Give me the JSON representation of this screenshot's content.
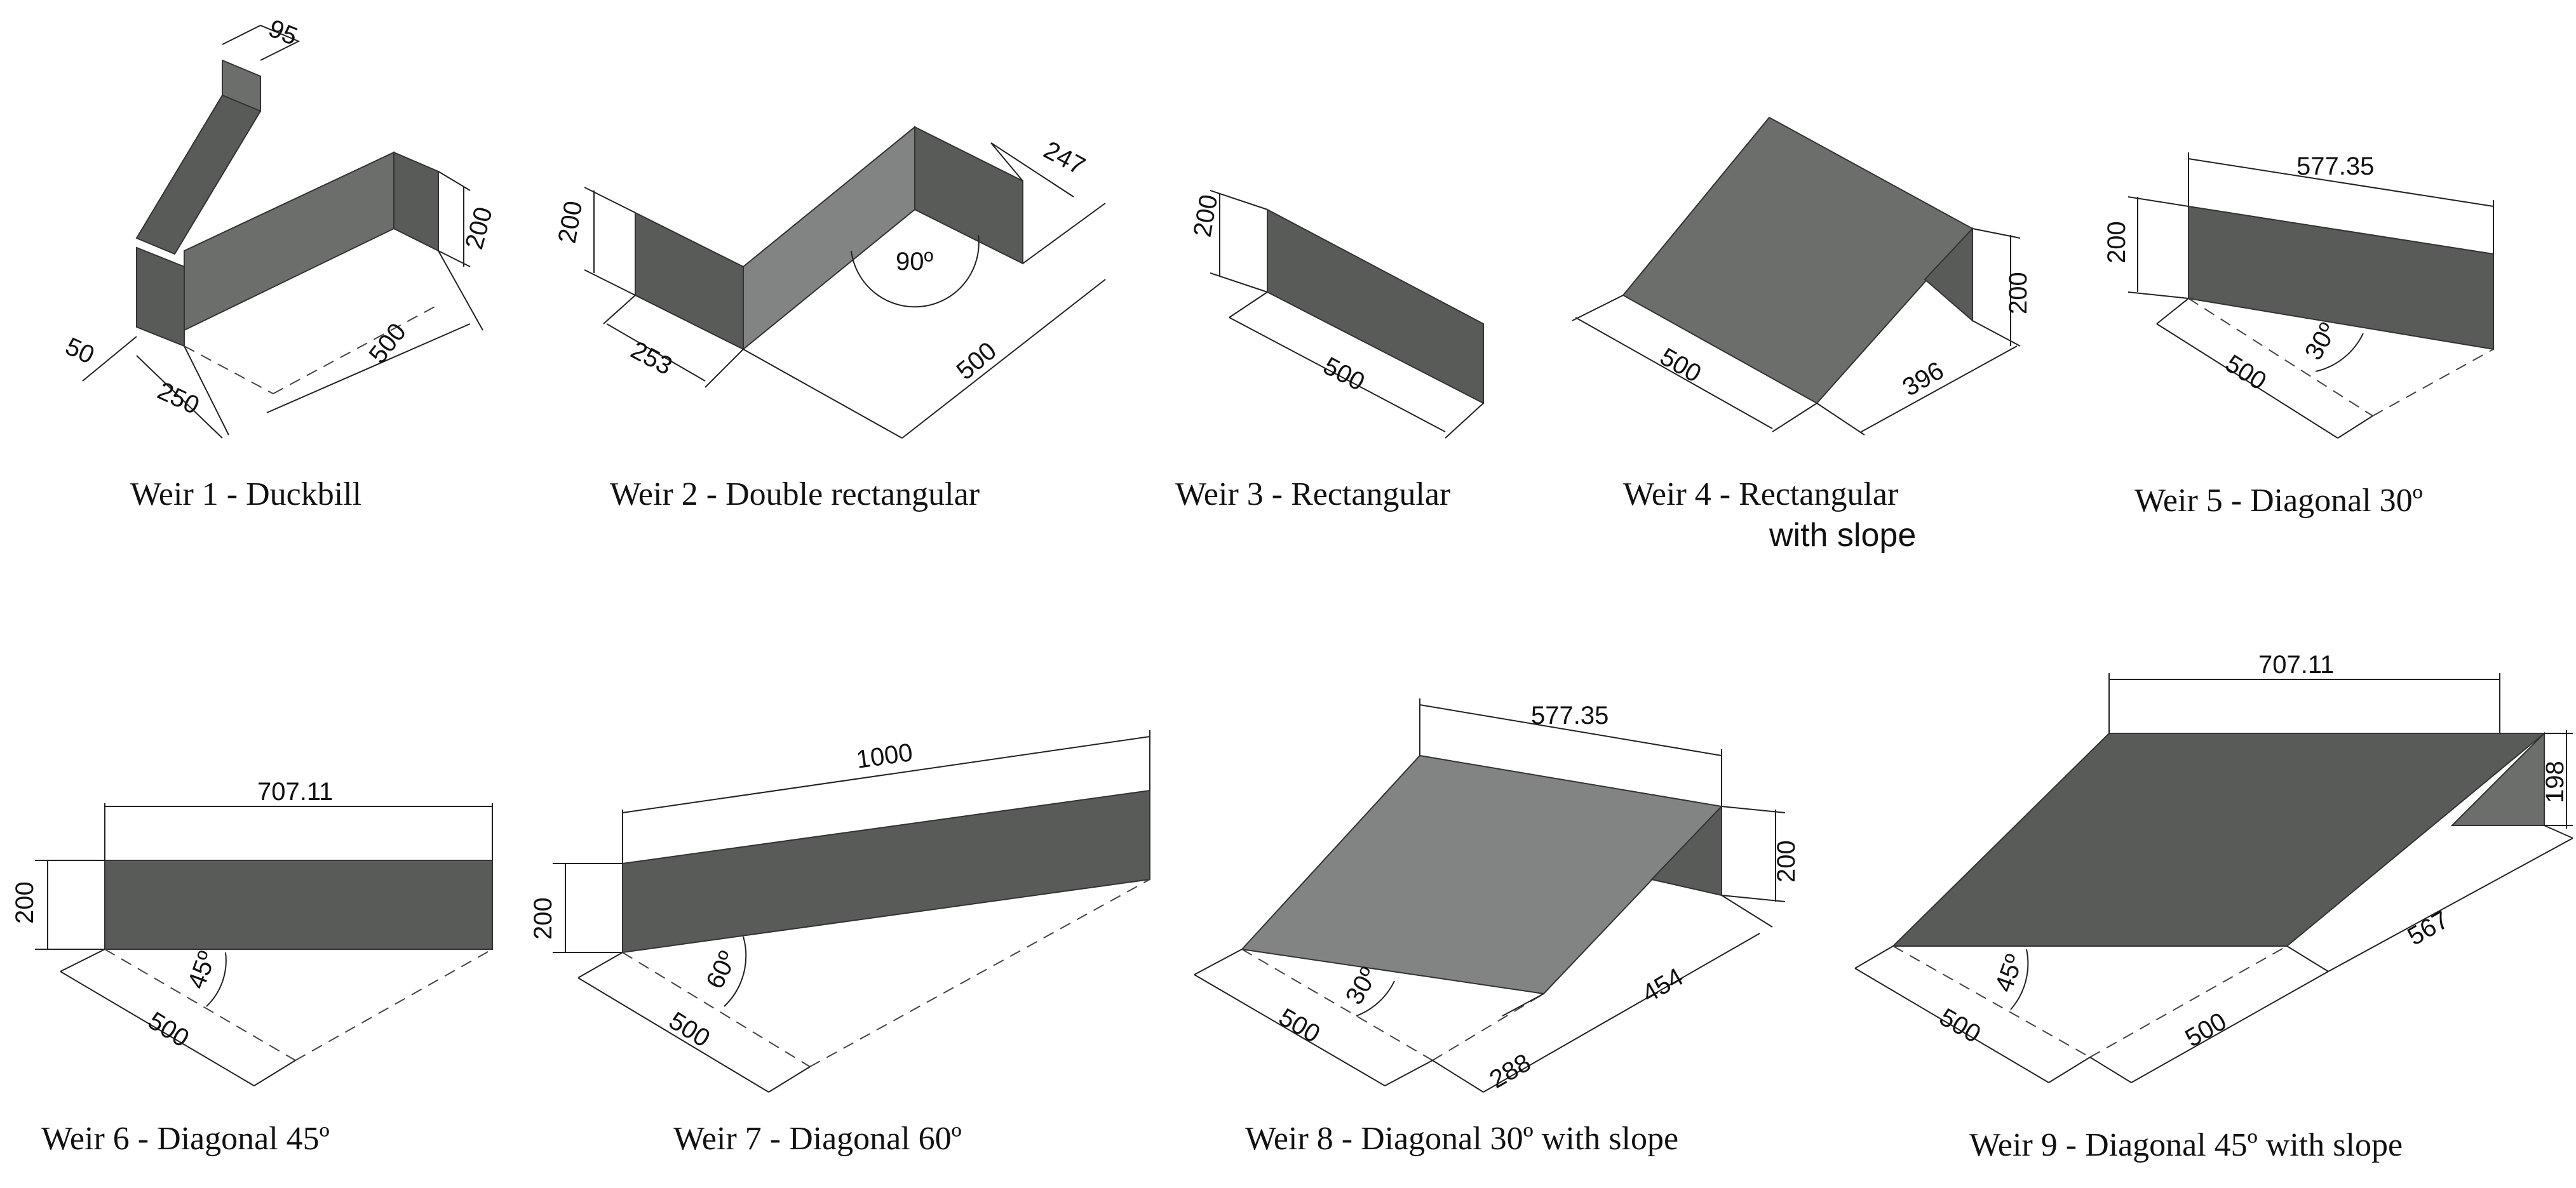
{
  "weirs": [
    {
      "caption": "Weir 1 - Duckbill",
      "dims": [
        "95",
        "200",
        "500",
        "250",
        "50"
      ]
    },
    {
      "caption": "Weir 2 - Double rectangular",
      "dims": [
        "200",
        "253",
        "500",
        "247",
        "90º"
      ]
    },
    {
      "caption": "Weir 3 - Rectangular",
      "dims": [
        "200",
        "500"
      ]
    },
    {
      "caption": "Weir 4 - Rectangular",
      "caption_line2": "with slope",
      "dims": [
        "500",
        "396",
        "200"
      ]
    },
    {
      "caption": "Weir 5 - Diagonal 30º",
      "dims": [
        "577.35",
        "200",
        "500",
        "30º"
      ]
    },
    {
      "caption": "Weir 6 - Diagonal 45º",
      "dims": [
        "707.11",
        "200",
        "500",
        "45º"
      ]
    },
    {
      "caption": "Weir 7 - Diagonal 60º",
      "dims": [
        "1000",
        "200",
        "500",
        "60º"
      ]
    },
    {
      "caption": "Weir 8 - Diagonal 30º with slope",
      "dims": [
        "577.35",
        "200",
        "454",
        "500",
        "30º",
        "288"
      ]
    },
    {
      "caption": "Weir 9 - Diagonal 45º with slope",
      "dims": [
        "707.11",
        "198",
        "567",
        "500",
        "45º",
        "500"
      ]
    }
  ],
  "colors": {
    "face_dark": "#595b59",
    "face_mid": "#6c6e6c",
    "face_light": "#818482"
  }
}
